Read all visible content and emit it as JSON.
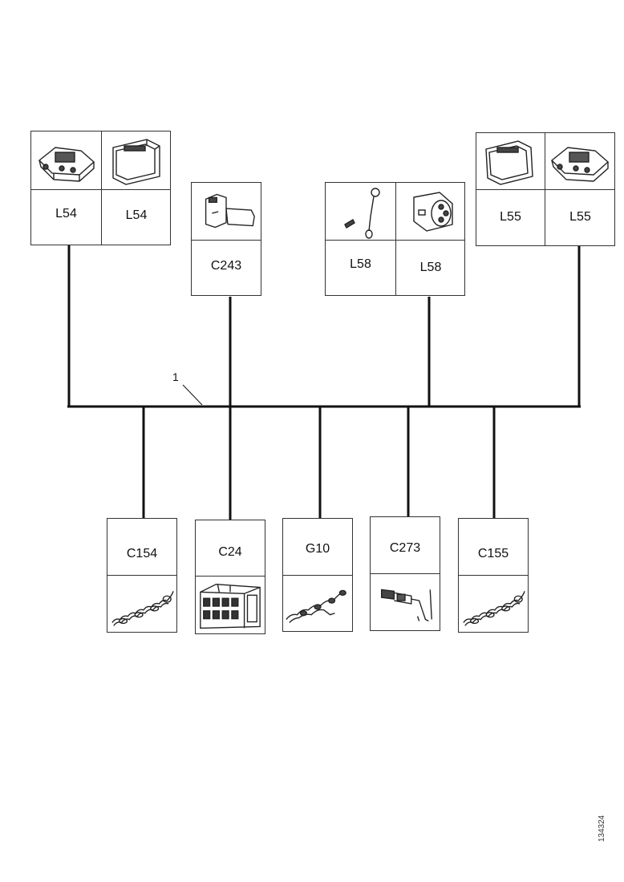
{
  "harness": {
    "ref": "1"
  },
  "top_components": {
    "l54_left": {
      "label": "L54",
      "icon": "connector-housing-icon"
    },
    "l54_right": {
      "label": "L54",
      "icon": "connector-plug-icon"
    },
    "c243": {
      "label": "C243",
      "icon": "sensor-connector-icon"
    },
    "l58_left": {
      "label": "L58",
      "icon": "lamp-wire-icon"
    },
    "l58_right": {
      "label": "L58",
      "icon": "lamp-socket-icon"
    },
    "l55_left": {
      "label": "L55",
      "icon": "connector-plug-icon"
    },
    "l55_right": {
      "label": "L55",
      "icon": "connector-housing-icon"
    }
  },
  "bottom_components": {
    "c154": {
      "label": "C154",
      "icon": "terminal-chain-icon"
    },
    "c24": {
      "label": "C24",
      "icon": "multi-pin-connector-icon"
    },
    "g10": {
      "label": "G10",
      "icon": "ground-terminal-icon"
    },
    "c273": {
      "label": "C273",
      "icon": "splice-terminal-icon"
    },
    "c155": {
      "label": "C155",
      "icon": "terminal-chain-icon"
    }
  },
  "document": {
    "number": "134324"
  }
}
